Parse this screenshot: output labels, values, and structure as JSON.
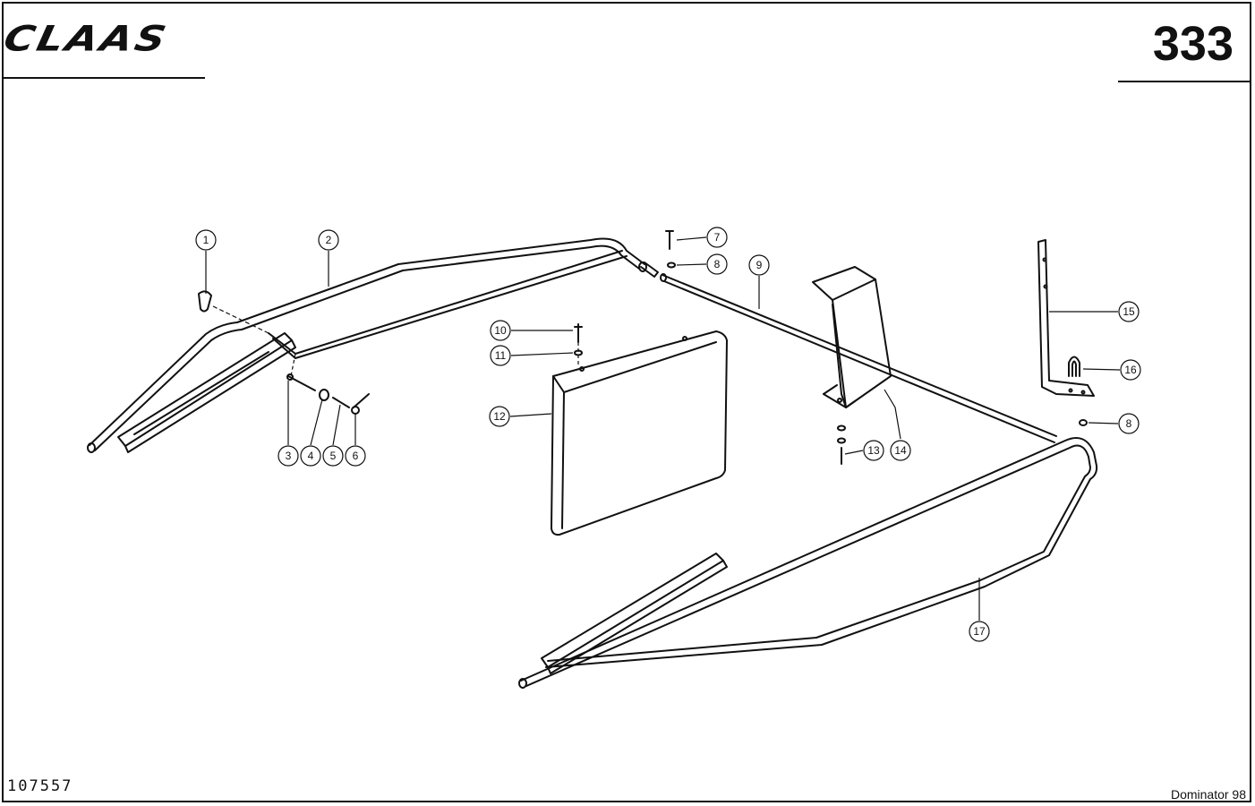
{
  "header": {
    "logo_text": "CLAAS",
    "page_number": "333"
  },
  "footer": {
    "drawing_number": "107557",
    "model": "Dominator 98"
  },
  "callouts": [
    {
      "id": "c1",
      "label": "1"
    },
    {
      "id": "c2",
      "label": "2"
    },
    {
      "id": "c3",
      "label": "3"
    },
    {
      "id": "c4",
      "label": "4"
    },
    {
      "id": "c5",
      "label": "5"
    },
    {
      "id": "c6",
      "label": "6"
    },
    {
      "id": "c7",
      "label": "7"
    },
    {
      "id": "c8a",
      "label": "8"
    },
    {
      "id": "c9",
      "label": "9"
    },
    {
      "id": "c10",
      "label": "10"
    },
    {
      "id": "c11",
      "label": "11"
    },
    {
      "id": "c12",
      "label": "12"
    },
    {
      "id": "c13",
      "label": "13"
    },
    {
      "id": "c14",
      "label": "14"
    },
    {
      "id": "c15",
      "label": "15"
    },
    {
      "id": "c16",
      "label": "16"
    },
    {
      "id": "c8b",
      "label": "8"
    },
    {
      "id": "c17",
      "label": "17"
    }
  ]
}
